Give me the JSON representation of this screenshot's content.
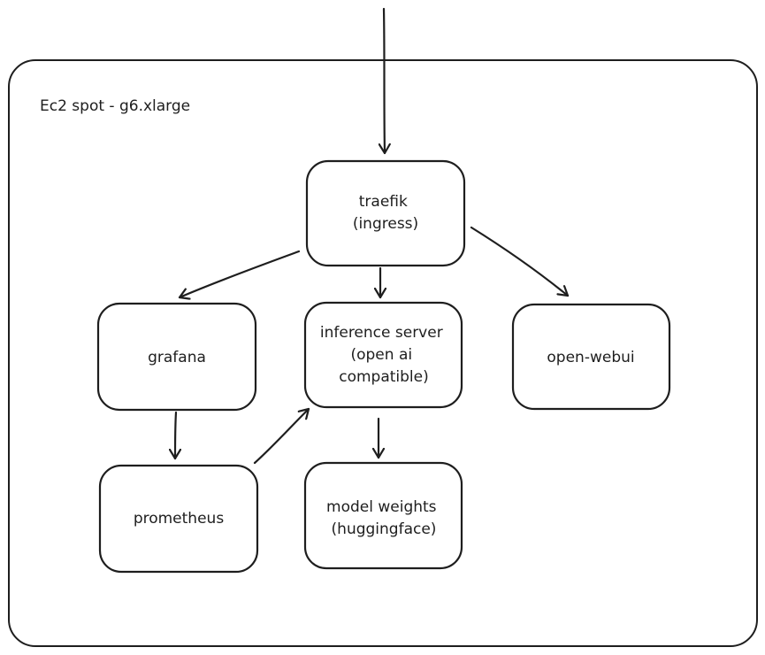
{
  "container": {
    "label": "Ec2 spot - g6.xlarge"
  },
  "nodes": {
    "traefik": {
      "lines": [
        "traefik",
        "(ingress)"
      ]
    },
    "grafana": {
      "lines": [
        "grafana"
      ]
    },
    "inference_server": {
      "lines": [
        "inference server",
        "(open ai",
        "compatible)"
      ]
    },
    "open_webui": {
      "lines": [
        "open-webui"
      ]
    },
    "prometheus": {
      "lines": [
        "prometheus"
      ]
    },
    "model_weights": {
      "lines": [
        "model weights",
        "(huggingface)"
      ]
    }
  },
  "edges": [
    {
      "from": "external",
      "to": "traefik"
    },
    {
      "from": "traefik",
      "to": "grafana"
    },
    {
      "from": "traefik",
      "to": "inference_server"
    },
    {
      "from": "traefik",
      "to": "open_webui"
    },
    {
      "from": "grafana",
      "to": "prometheus"
    },
    {
      "from": "prometheus",
      "to": "inference_server"
    },
    {
      "from": "inference_server",
      "to": "model_weights"
    }
  ]
}
